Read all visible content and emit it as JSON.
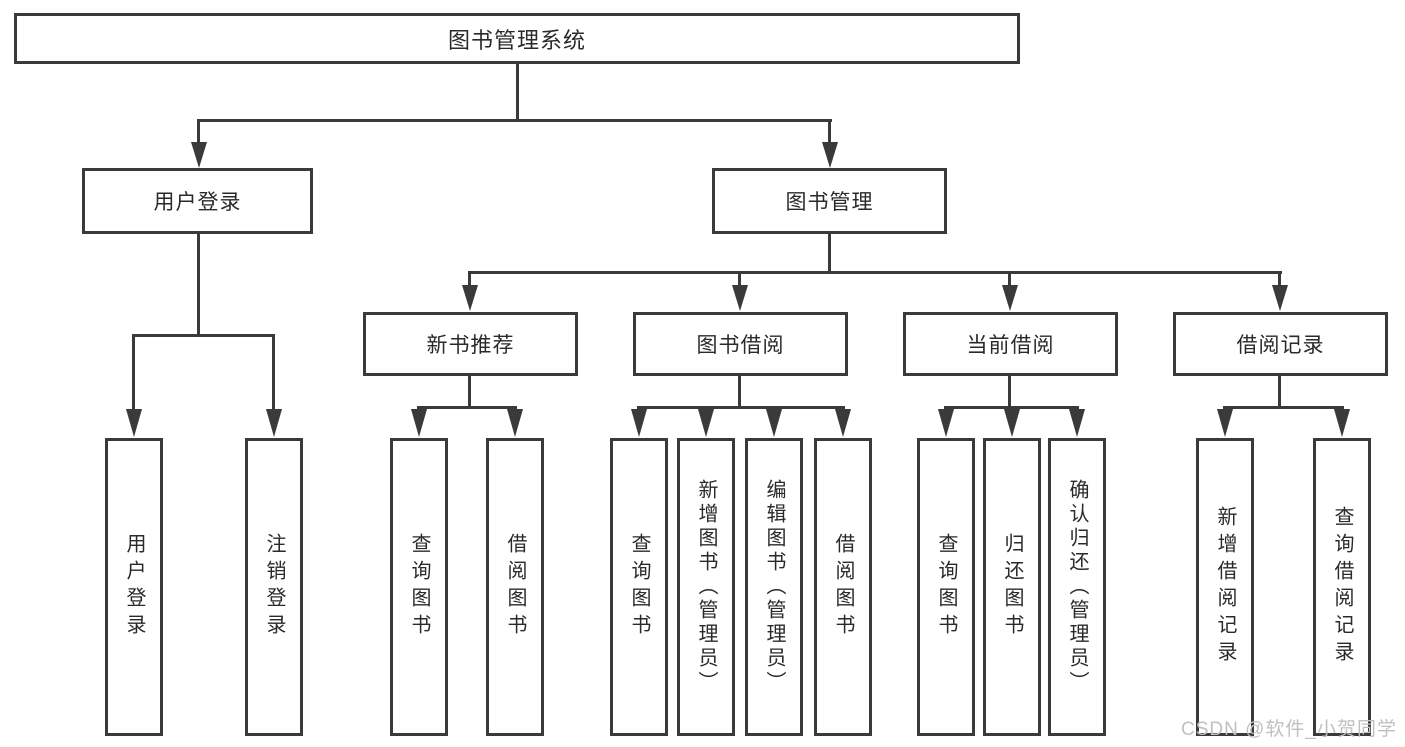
{
  "diagram_type": "hierarchy-tree",
  "colors": {
    "line": "#3a3a3a",
    "text": "#2a2a2a",
    "watermark_color": "#c0c0c0",
    "background": "#ffffff"
  },
  "watermark": {
    "text": "CSDN @软件_小贺同学"
  },
  "tree": {
    "label": "图书管理系统",
    "children": [
      {
        "label": "用户登录",
        "children": [
          {
            "label": "用户登录"
          },
          {
            "label": "注销登录"
          }
        ]
      },
      {
        "label": "图书管理",
        "children": [
          {
            "label": "新书推荐",
            "children": [
              {
                "label": "查询图书"
              },
              {
                "label": "借阅图书"
              }
            ]
          },
          {
            "label": "图书借阅",
            "children": [
              {
                "label": "查询图书"
              },
              {
                "label": "新增图书（管理员）"
              },
              {
                "label": "编辑图书（管理员）"
              },
              {
                "label": "借阅图书"
              }
            ]
          },
          {
            "label": "当前借阅",
            "children": [
              {
                "label": "查询图书"
              },
              {
                "label": "归还图书"
              },
              {
                "label": "确认归还（管理员）"
              }
            ]
          },
          {
            "label": "借阅记录",
            "children": [
              {
                "label": "新增借阅记录"
              },
              {
                "label": "查询借阅记录"
              }
            ]
          }
        ]
      }
    ]
  }
}
